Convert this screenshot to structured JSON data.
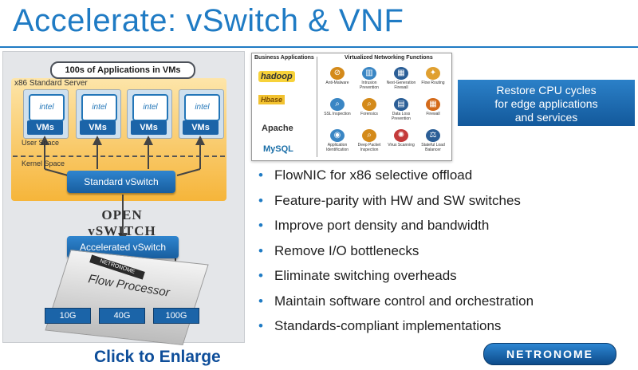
{
  "title": "Accelerate: vSwitch & VNF",
  "diagram": {
    "apps_label": "100s of Applications in VMs",
    "server_label": "x86 Standard Server",
    "vms": [
      {
        "chip": "intel",
        "label": "VMs"
      },
      {
        "chip": "intel",
        "label": "VMs"
      },
      {
        "chip": "intel",
        "label": "VMs"
      },
      {
        "chip": "intel",
        "label": "VMs"
      }
    ],
    "user_space": "User Space",
    "kernel_space": "Kernel Space",
    "standard_vswitch": "Standard vSwitch",
    "open_vswitch": "OPEN vSWITCH",
    "accelerated_vswitch": "Accelerated vSwitch",
    "processor_brand": "NETRONOME",
    "processor_label": "Flow Processor",
    "ports": [
      "10G",
      "40G",
      "100G"
    ]
  },
  "click_enlarge": "Click to Enlarge",
  "vnf_panel": {
    "business_header": "Business Applications",
    "vnf_header": "Virtualized Networking Functions",
    "business_apps": [
      "hadoop",
      "Hbase",
      "Apache",
      "MySQL"
    ],
    "vnf_items": [
      "Anti-Malware",
      "Intrusion Prevention",
      "Next-Generation Firewall",
      "Flow Routing",
      "SSL Inspection",
      "Forensics",
      "Data Loss Prevention",
      "Firewall",
      "Application Identification",
      "Deep Packet Inspection",
      "Virus Scanning",
      "Stateful Load Balancer"
    ]
  },
  "callout": {
    "line1": "Restore CPU cycles",
    "line2": "for edge applications",
    "line3": "and services"
  },
  "bullets": [
    "FlowNIC for x86 selective offload",
    "Feature-parity with HW and SW switches",
    "Improve port density and bandwidth",
    "Remove I/O bottlenecks",
    "Eliminate switching overheads",
    "Maintain software control and orchestration",
    "Standards-compliant implementations"
  ],
  "brand_logo": "NETRONOME",
  "colors": {
    "title_blue": "#1f7bc4",
    "button_blue": "#1b64a8",
    "server_orange": "#f6b53a",
    "callout_blue": "#13599b"
  }
}
